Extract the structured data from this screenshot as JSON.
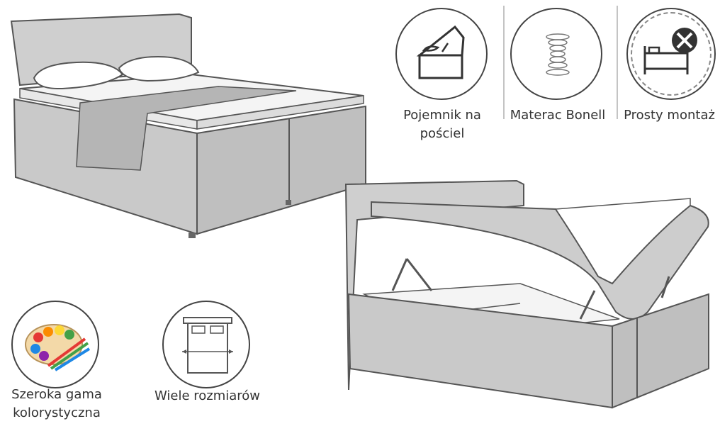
{
  "features": {
    "storage": {
      "label_line1": "Pojemnik na",
      "label_line2": "pościel",
      "icon": "bed-storage-icon"
    },
    "mattress": {
      "label": "Materac Bonell",
      "icon": "spring-icon"
    },
    "assembly": {
      "label": "Prosty montaż",
      "icon": "bed-tools-icon"
    },
    "colors": {
      "label_line1": "Szeroka gama",
      "label_line2": "kolorystyczna",
      "icon": "color-palette-icon"
    },
    "sizes": {
      "label": "Wiele rozmiarów",
      "icon": "bed-size-icon"
    }
  },
  "illustrations": {
    "closed_bed": "boxspring-bed-closed-illustration",
    "open_bed": "boxspring-bed-open-storage-illustration"
  },
  "colors": {
    "fabric": "#c9c9c9",
    "outline": "#555555",
    "text": "#333333"
  }
}
